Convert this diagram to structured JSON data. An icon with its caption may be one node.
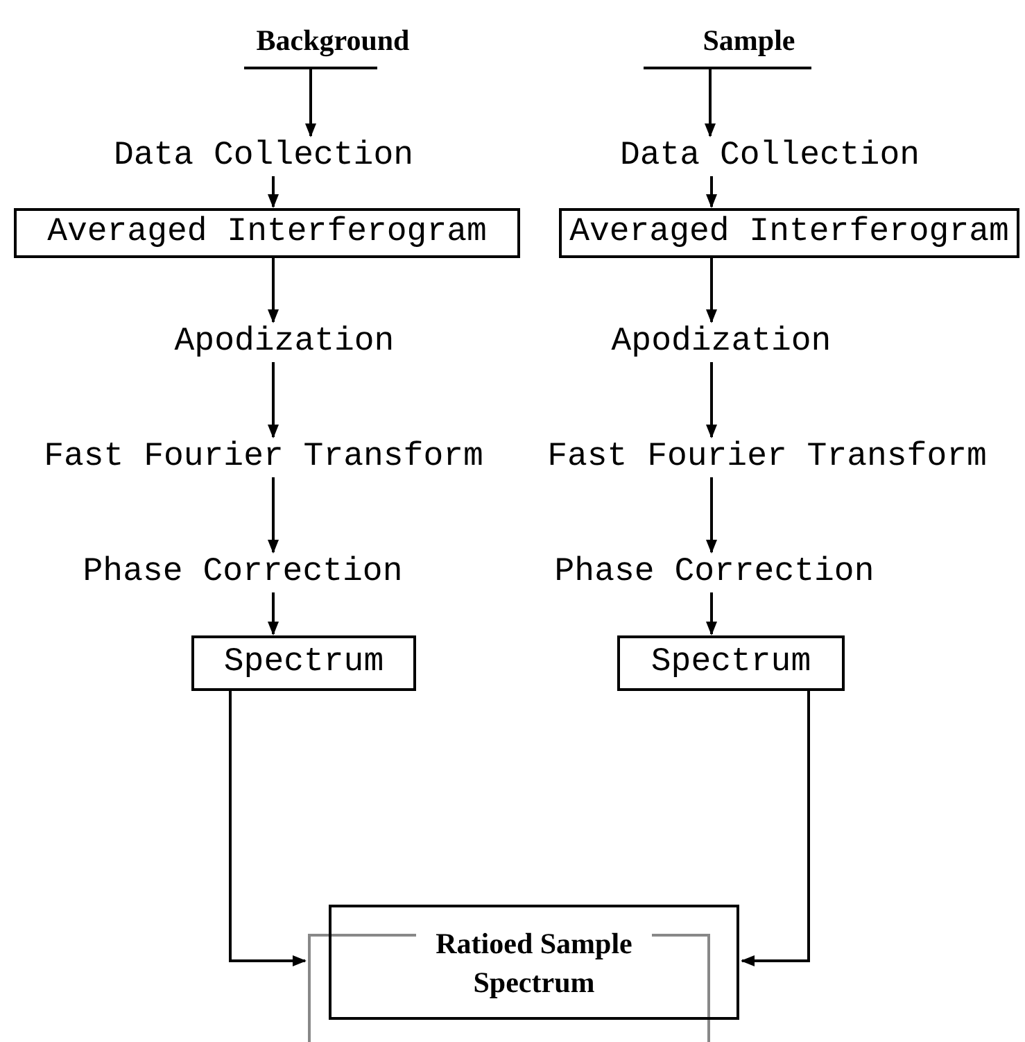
{
  "diagram": {
    "nodes": [
      {
        "text": [
          "Background"
        ]
      },
      {
        "text": [
          "Sample"
        ]
      },
      {
        "text": [
          "Data Collection"
        ]
      },
      {
        "text": [
          "Data Collection"
        ]
      },
      {
        "text": [
          "Averaged Interferogram"
        ]
      },
      {
        "text": [
          "Averaged Interferogram"
        ]
      },
      {
        "text": [
          "Apodization"
        ]
      },
      {
        "text": [
          "Apodization"
        ]
      },
      {
        "text": [
          "Fast Fourier Transform"
        ]
      },
      {
        "text": [
          "Fast Fourier Transform"
        ]
      },
      {
        "text": [
          "Phase Correction"
        ]
      },
      {
        "text": [
          "Phase Correction"
        ]
      },
      {
        "text": [
          "Spectrum"
        ]
      },
      {
        "text": [
          "Spectrum"
        ]
      },
      {
        "text": [
          "Ratioed Sample Spectrum"
        ]
      },
      {
        "text": [],
        "shape": "box"
      }
    ],
    "edges": [
      {
        "from": 0,
        "to": 2,
        "arrow": "to"
      },
      {
        "from": 2,
        "to": 4,
        "arrow": "to"
      },
      {
        "from": 4,
        "to": 6,
        "arrow": "to"
      },
      {
        "from": 6,
        "to": 8,
        "arrow": "to"
      },
      {
        "from": 8,
        "to": 10,
        "arrow": "to"
      },
      {
        "from": 10,
        "to": 12,
        "arrow": "to"
      },
      {
        "from": 1,
        "to": 3,
        "arrow": "to"
      },
      {
        "from": 3,
        "to": 5,
        "arrow": "to"
      },
      {
        "from": 5,
        "to": 7,
        "arrow": "to"
      },
      {
        "from": 7,
        "to": 9,
        "arrow": "to"
      },
      {
        "from": 9,
        "to": 11,
        "arrow": "to"
      },
      {
        "from": 11,
        "to": 13,
        "arrow": "to"
      },
      {
        "from": 12,
        "to": 14,
        "arrow": "to"
      },
      {
        "from": 13,
        "to": 14,
        "arrow": "to"
      }
    ]
  }
}
